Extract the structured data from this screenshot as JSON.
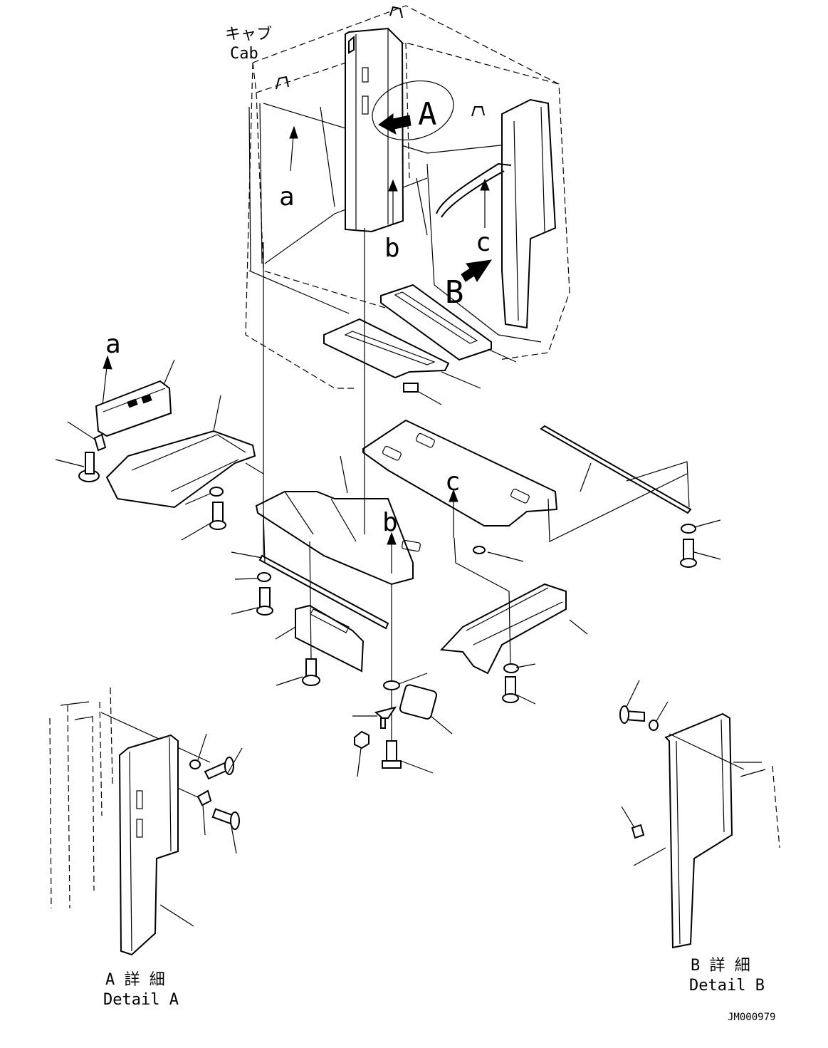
{
  "labels": {
    "cab_jp": "キャブ",
    "cab_en": "Cab",
    "view_a": "A",
    "view_b": "B",
    "ref_a_top": "a",
    "ref_b_top": "b",
    "ref_c_top": "c",
    "ref_a_left": "a",
    "ref_b_mid": "b",
    "ref_c_mid": "c",
    "detail_a_jp": "A 詳 細",
    "detail_a_en": "Detail A",
    "detail_b_jp": "B 詳 細",
    "detail_b_en": "Detail B",
    "drawing_no": "JM000979"
  }
}
